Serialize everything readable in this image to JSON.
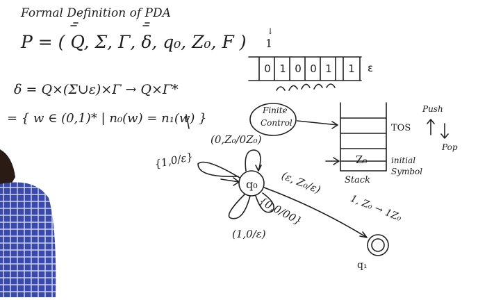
{
  "board": {
    "title": "Formal Definition of PDA",
    "tuple": "P = ( Q, Σ, Γ, δ, q₀, Z₀, F )",
    "transition_fn": "δ = Q×(Σ∪ε)×Γ → Q×Γ*",
    "language": "= { w ∈ (0,1)* | n₀(w) = n₁(w) }"
  },
  "tape": {
    "head_label": "1",
    "cells": [
      "0",
      "1",
      "0",
      "0",
      "1",
      "1"
    ],
    "end_symbol": "ε"
  },
  "finite_control": {
    "label_line1": "Finite",
    "label_line2": "Control"
  },
  "stack": {
    "bottom_symbol": "Z₀",
    "tos_label": "TOS",
    "push_label": "Push",
    "pop_label": "Pop",
    "initial_label_line1": "initial",
    "initial_label_line2": "Symbol",
    "name": "Stack"
  },
  "automaton": {
    "q0_label": "q₀",
    "q1_label": "q₁",
    "self_loop_top": "(0,Z₀/0Z₀)",
    "self_loop_left": "{1,0/ε}",
    "self_loop_bottom_1": "{0,0/00}",
    "self_loop_bottom_2": "(1,0/ε)",
    "edge_label": "(ε, Z₀/ε)",
    "edge_label_2": "1, Z₀ → 1Z₀"
  },
  "colors": {
    "ink": "#1f1f1f",
    "board": "#ffffff",
    "shirt": "#3b4aa8",
    "shirt_check": "#c9d0f0"
  }
}
